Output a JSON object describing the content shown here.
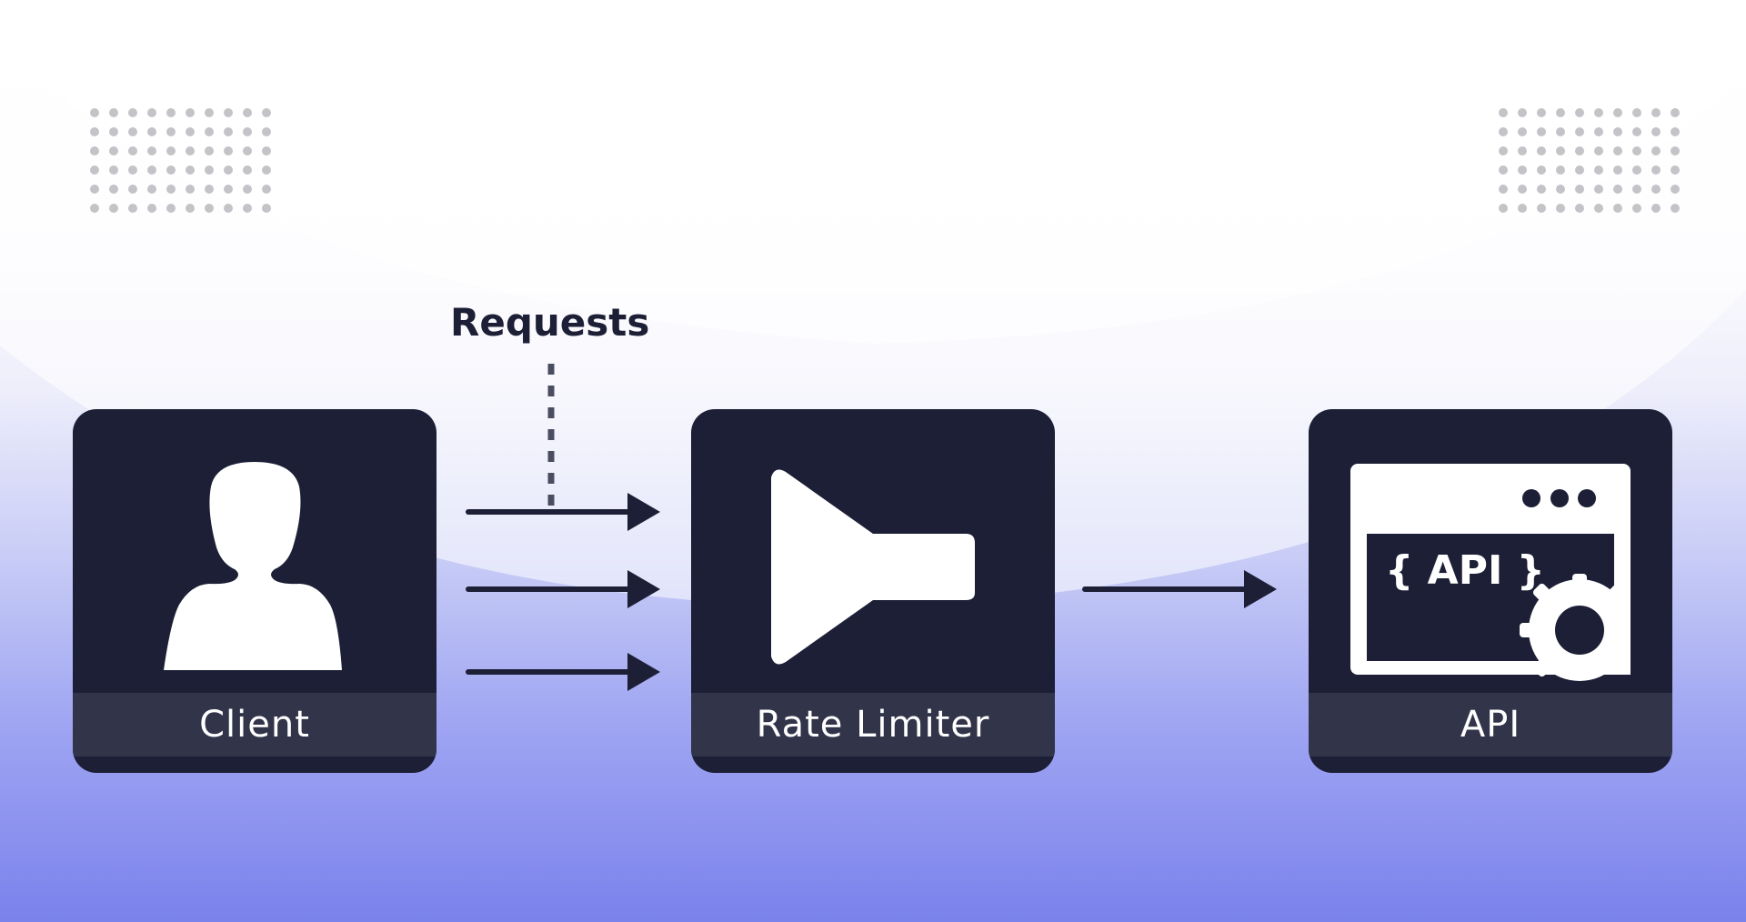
{
  "diagram": {
    "annotation_label": "Requests",
    "nodes": [
      {
        "id": "client",
        "label": "Client",
        "icon": "user-silhouette-icon"
      },
      {
        "id": "rate-limiter",
        "label": "Rate Limiter",
        "icon": "funnel-icon"
      },
      {
        "id": "api",
        "label": "API",
        "icon": "api-window-gear-icon",
        "icon_text": "{ API }"
      }
    ],
    "edges": [
      {
        "from": "client",
        "to": "rate-limiter",
        "count": 3
      },
      {
        "from": "rate-limiter",
        "to": "api",
        "count": 1
      }
    ]
  },
  "colors": {
    "card_background": "#1c1f35",
    "label_bar": "#32354a",
    "arrow": "#1c1f35",
    "icon_fill": "#ffffff",
    "dot_grid": "#c4c4c8",
    "dashed_line": "#4a4d60",
    "gradient_bottom": "#7a82ec"
  }
}
